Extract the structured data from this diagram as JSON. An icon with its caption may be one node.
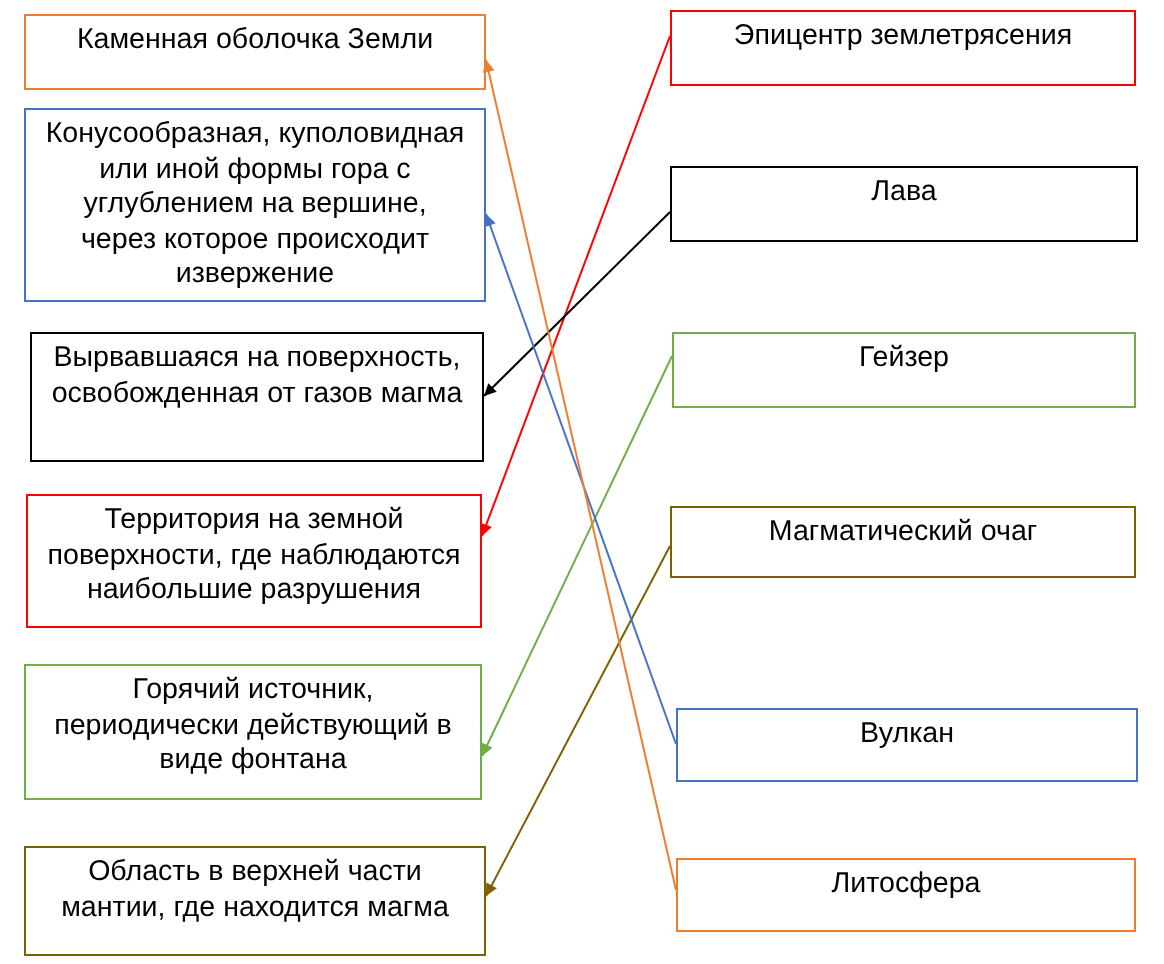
{
  "diagram": {
    "nodes": [
      {
        "text": [
          "Каменная оболочка Земли"
        ]
      },
      {
        "text": [
          "Конусообразная, куполовидная или иной формы гора с углублением на вершине, через которое происходит извержение"
        ]
      },
      {
        "text": [
          "Вырвавшаяся на поверхность, освобожденная от газов магма"
        ]
      },
      {
        "text": [
          "Территория на земной поверхности, где наблюдаются наибольшие разрушения"
        ]
      },
      {
        "text": [
          "Горячий источник, периодически действующий в виде фонтана"
        ]
      },
      {
        "text": [
          "Область в верхней части мантии, где находится магма"
        ]
      },
      {
        "text": [
          "Эпицентр землетрясения"
        ]
      },
      {
        "text": [
          "Лава"
        ]
      },
      {
        "text": [
          "Гейзер"
        ]
      },
      {
        "text": [
          "Магматический очаг"
        ]
      },
      {
        "text": [
          "Вулкан"
        ]
      },
      {
        "text": [
          "Литосфера"
        ]
      }
    ],
    "edges": [
      {
        "from": 6,
        "to": 3,
        "arrow": "to",
        "color": "#ff0000"
      },
      {
        "from": 7,
        "to": 2,
        "arrow": "to",
        "color": "#000000"
      },
      {
        "from": 8,
        "to": 4,
        "arrow": "to",
        "color": "#70ad47"
      },
      {
        "from": 9,
        "to": 5,
        "arrow": "to",
        "color": "#7f6000"
      },
      {
        "from": 10,
        "to": 1,
        "arrow": "to",
        "color": "#4472c4"
      },
      {
        "from": 11,
        "to": 0,
        "arrow": "to",
        "color": "#ed7d31"
      }
    ]
  }
}
